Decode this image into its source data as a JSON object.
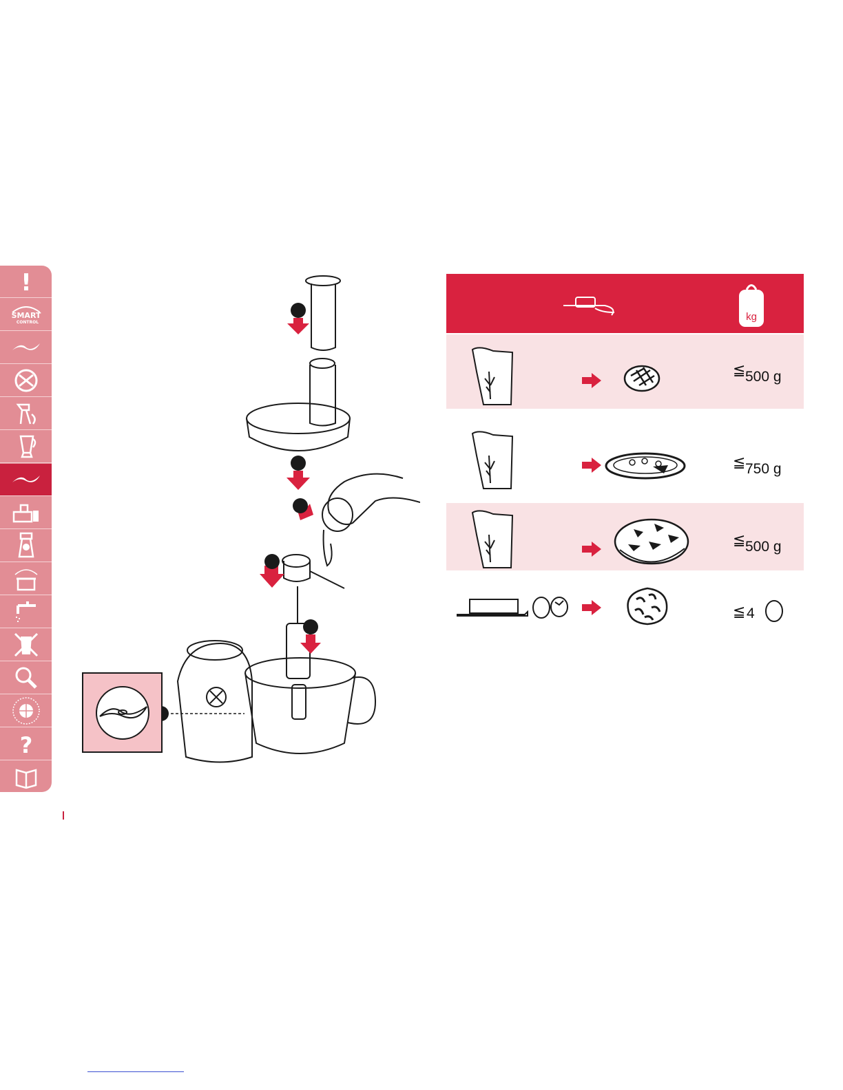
{
  "sidebar": {
    "items": [
      {
        "id": "warning",
        "label": "!"
      },
      {
        "id": "smart-control",
        "label": "SMART",
        "sublabel": "CONTROL"
      },
      {
        "id": "blade",
        "label": ""
      },
      {
        "id": "disc",
        "label": ""
      },
      {
        "id": "whisk",
        "label": ""
      },
      {
        "id": "blender",
        "label": ""
      },
      {
        "id": "dough-kneading",
        "label": "",
        "active": true
      },
      {
        "id": "slicer",
        "label": ""
      },
      {
        "id": "juicer",
        "label": ""
      },
      {
        "id": "storage",
        "label": "STORAGE"
      },
      {
        "id": "cleaning",
        "label": ""
      },
      {
        "id": "disposal",
        "label": ""
      },
      {
        "id": "troubleshooting",
        "label": ""
      },
      {
        "id": "guarantee",
        "label": "WORLD-WIDE GUARANTEE"
      },
      {
        "id": "help",
        "label": "?"
      },
      {
        "id": "manual",
        "label": ""
      }
    ]
  },
  "illustration": {
    "weight_label": "kg"
  },
  "table": {
    "rows": [
      {
        "ingredient": "flour",
        "result": "bread",
        "symbol": "≦",
        "quantity": "500 g"
      },
      {
        "ingredient": "flour",
        "result": "pizza",
        "symbol": "≦",
        "quantity": "750 g"
      },
      {
        "ingredient": "flour",
        "result": "pie",
        "symbol": "≦",
        "quantity": "500 g"
      },
      {
        "ingredient": "butter-eggs",
        "result": "cake",
        "symbol": "≦",
        "quantity": "4"
      }
    ]
  },
  "colors": {
    "accent": "#d9223f",
    "sidebar": "#e28d95",
    "sidebar_active": "#c9213e",
    "row_shade": "#f9e2e4",
    "detail_box": "#f5c2c7"
  }
}
